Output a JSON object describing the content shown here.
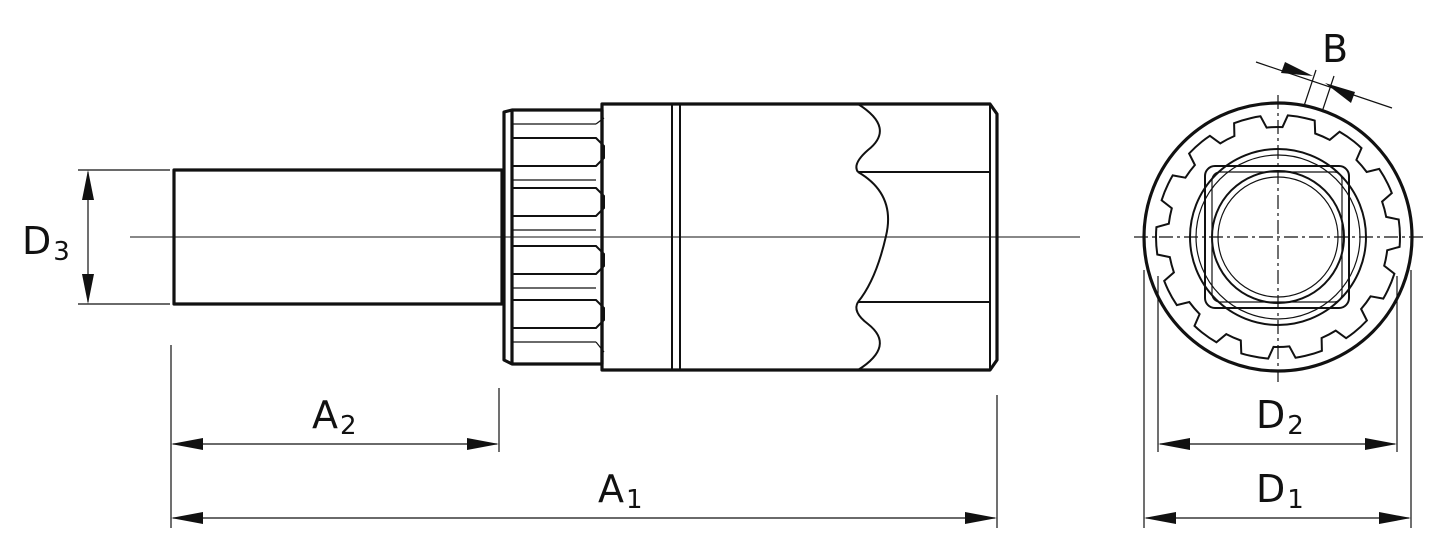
{
  "labels": {
    "a1": {
      "main": "A",
      "sub": "1"
    },
    "a2": {
      "main": "A",
      "sub": "2"
    },
    "b": {
      "main": "B",
      "sub": ""
    },
    "d1": {
      "main": "D",
      "sub": "1"
    },
    "d2": {
      "main": "D",
      "sub": "2"
    },
    "d3": {
      "main": "D",
      "sub": "3"
    }
  }
}
